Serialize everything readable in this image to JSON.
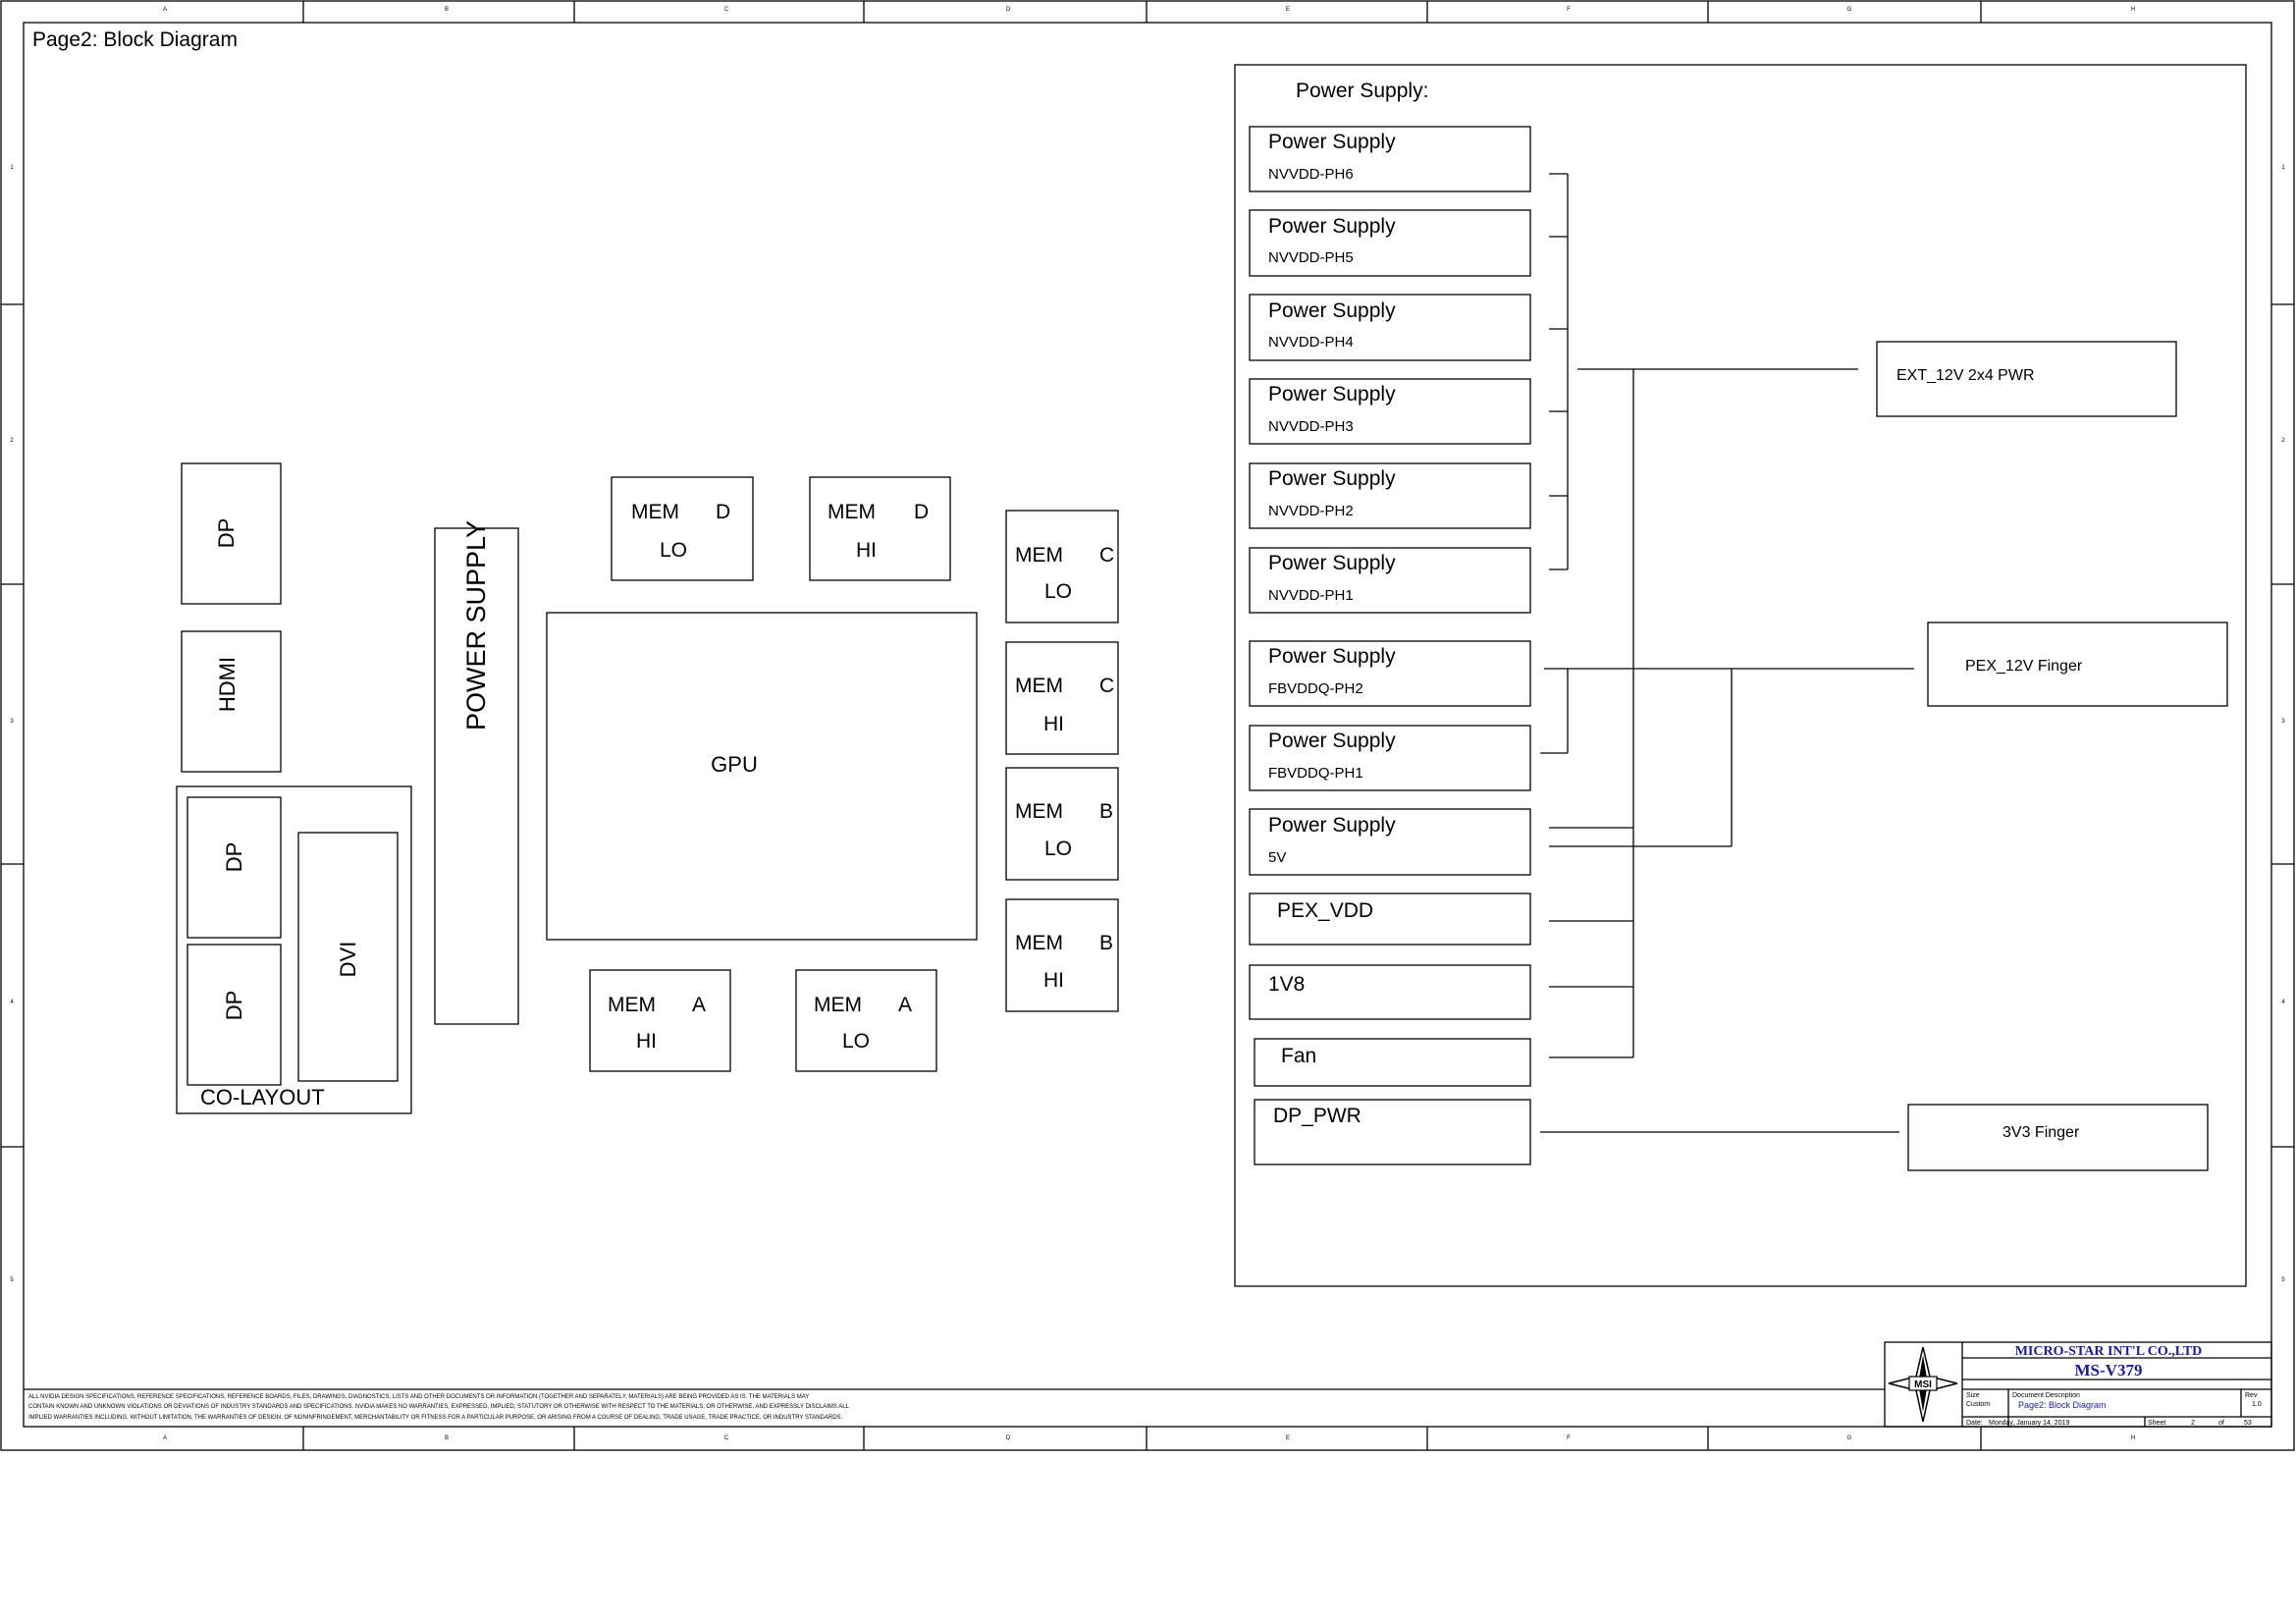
{
  "frame": {
    "zone_cols": [
      "A",
      "B",
      "C",
      "D",
      "E",
      "F",
      "G",
      "H"
    ],
    "zone_rows": [
      "1",
      "2",
      "3",
      "4",
      "5"
    ]
  },
  "page_title": "Page2: Block Diagram",
  "left_blocks": {
    "dp_top": "DP",
    "hdmi": "HDMI",
    "dp_co1": "DP",
    "dp_co2": "DP",
    "dvi": "DVI",
    "co_layout": "CO-LAYOUT",
    "power_supply": "POWER SUPPLY",
    "gpu": "GPU",
    "mem": {
      "d_lo": [
        "MEM",
        "D",
        "LO"
      ],
      "d_hi": [
        "MEM",
        "D",
        "HI"
      ],
      "c_lo": [
        "MEM",
        "C",
        "LO"
      ],
      "c_hi": [
        "MEM",
        "C",
        "HI"
      ],
      "b_lo": [
        "MEM",
        "B",
        "LO"
      ],
      "b_hi": [
        "MEM",
        "B",
        "HI"
      ],
      "a_hi": [
        "MEM",
        "A",
        "HI"
      ],
      "a_lo": [
        "MEM",
        "A",
        "LO"
      ]
    }
  },
  "power_section": {
    "title": "Power Supply:",
    "supplies": [
      {
        "label": "Power Supply",
        "sub": "NVVDD-PH6"
      },
      {
        "label": "Power Supply",
        "sub": "NVVDD-PH5"
      },
      {
        "label": "Power Supply",
        "sub": "NVVDD-PH4"
      },
      {
        "label": "Power Supply",
        "sub": "NVVDD-PH3"
      },
      {
        "label": "Power Supply",
        "sub": "NVVDD-PH2"
      },
      {
        "label": "Power Supply",
        "sub": "NVVDD-PH1"
      },
      {
        "label": "Power Supply",
        "sub": "FBVDDQ-PH2"
      },
      {
        "label": "Power Supply",
        "sub": "FBVDDQ-PH1"
      },
      {
        "label": "Power Supply",
        "sub": "5V"
      }
    ],
    "others": [
      "PEX_VDD",
      "1V8",
      "Fan",
      "DP_PWR"
    ],
    "sources": [
      "EXT_12V 2x4 PWR",
      "PEX_12V Finger",
      "3V3 Finger"
    ]
  },
  "disclaimer": [
    "ALL NVIDIA DESIGN SPECIFICATIONS, REFERENCE SPECIFICATIONS, REFERENCE BOARDS, FILES, DRAWINGS, DIAGNOSTICS, LISTS AND OTHER DOCUMENTS OR INFORMATION (TOGETHER AND SEPARATELY, MATERIALS) ARE BEING PROVIDED AS IS. THE MATERIALS MAY",
    "CONTAIN KNOWN AND UNKNOWN VIOLATIONS OR DEVIATIONS OF INDUSTRY STANDARDS AND SPECIFICATIONS. NVIDIA MAKES NO WARRANTIES, EXPRESSED, IMPLIED, STATUTORY OR OTHERWISE WITH RESPECT TO THE MATERIALS, OR OTHERWISE, AND EXPRESSLY DISCLAIMS ALL",
    "IMPLIED WARRANTIES INCLUDING, WITHOUT LIMITATION, THE WARRANTIES OF DESIGN, OF NONINFRINGEMENT, MERCHANTABILITY OR FITNESS FOR A PARTICULAR PURPOSE, OR ARISING FROM A COURSE OF DEALING, TRADE USAGE, TRADE PRACTICE, OR INDUSTRY STANDARDS."
  ],
  "title_block": {
    "logo": "MSI",
    "company": "MICRO-STAR INT'L CO.,LTD",
    "model": "MS-V379",
    "size_label": "Size",
    "size_value": "Custom",
    "doc_label": "Document Description",
    "doc_value": "Page2: Block Diagram",
    "rev_label": "Rev",
    "rev_value": "1.0",
    "date_label": "Date:",
    "date_value": "Monday, January 14, 2019",
    "sheet_label": "Sheet",
    "sheet_value": "2",
    "of_label": "of",
    "of_value": "53"
  }
}
